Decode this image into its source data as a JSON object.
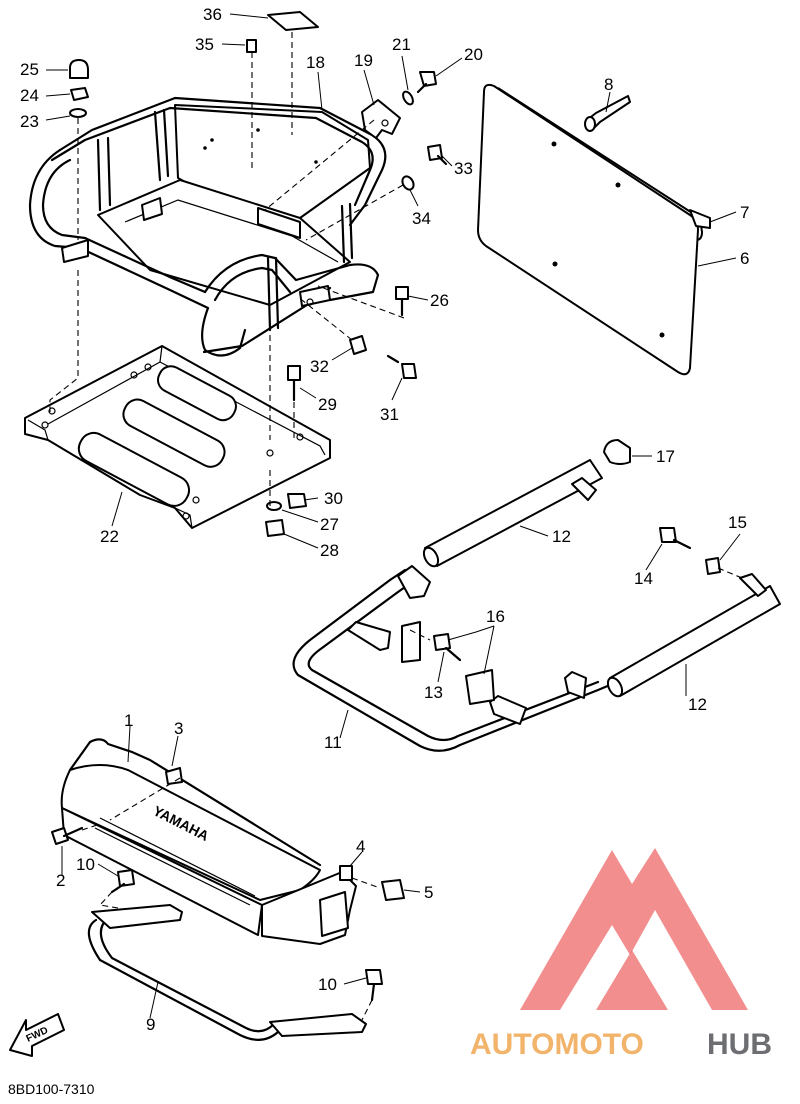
{
  "diagram_code": "8BD100-7310",
  "fwd_label": "FWD",
  "bumper_embossed_text": "YAMAHA",
  "watermark": {
    "text_left": "AUTOMOTO",
    "text_right": "HUB",
    "color_left": "#f2b36b",
    "color_right": "#6d6e71",
    "logo_color": "#f07a7a"
  },
  "callouts": {
    "c1": "1",
    "c2": "2",
    "c3": "3",
    "c4": "4",
    "c5": "5",
    "c6": "6",
    "c7": "7",
    "c8": "8",
    "c9": "9",
    "c10a": "10",
    "c10b": "10",
    "c11": "11",
    "c12a": "12",
    "c12b": "12",
    "c13": "13",
    "c14": "14",
    "c15": "15",
    "c16": "16",
    "c17": "17",
    "c18": "18",
    "c19": "19",
    "c20": "20",
    "c21": "21",
    "c22": "22",
    "c23": "23",
    "c24": "24",
    "c25": "25",
    "c26": "26",
    "c27": "27",
    "c28": "28",
    "c29": "29",
    "c30": "30",
    "c31": "31",
    "c32": "32",
    "c33": "33",
    "c34": "34",
    "c35": "35",
    "c36": "36"
  }
}
